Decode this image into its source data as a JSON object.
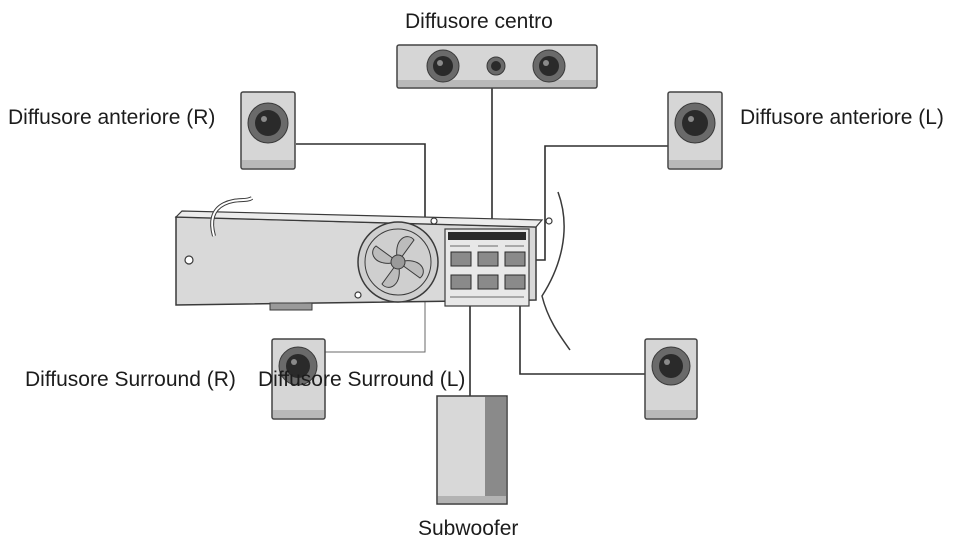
{
  "labels": {
    "center": "Diffusore centro",
    "front_right": "Diffusore anteriore (R)",
    "front_left": "Diffusore anteriore (L)",
    "surround_right": "Diffusore Surround (R)",
    "surround_left": "Diffusore Surround (L)",
    "subwoofer": "Subwoofer"
  }
}
